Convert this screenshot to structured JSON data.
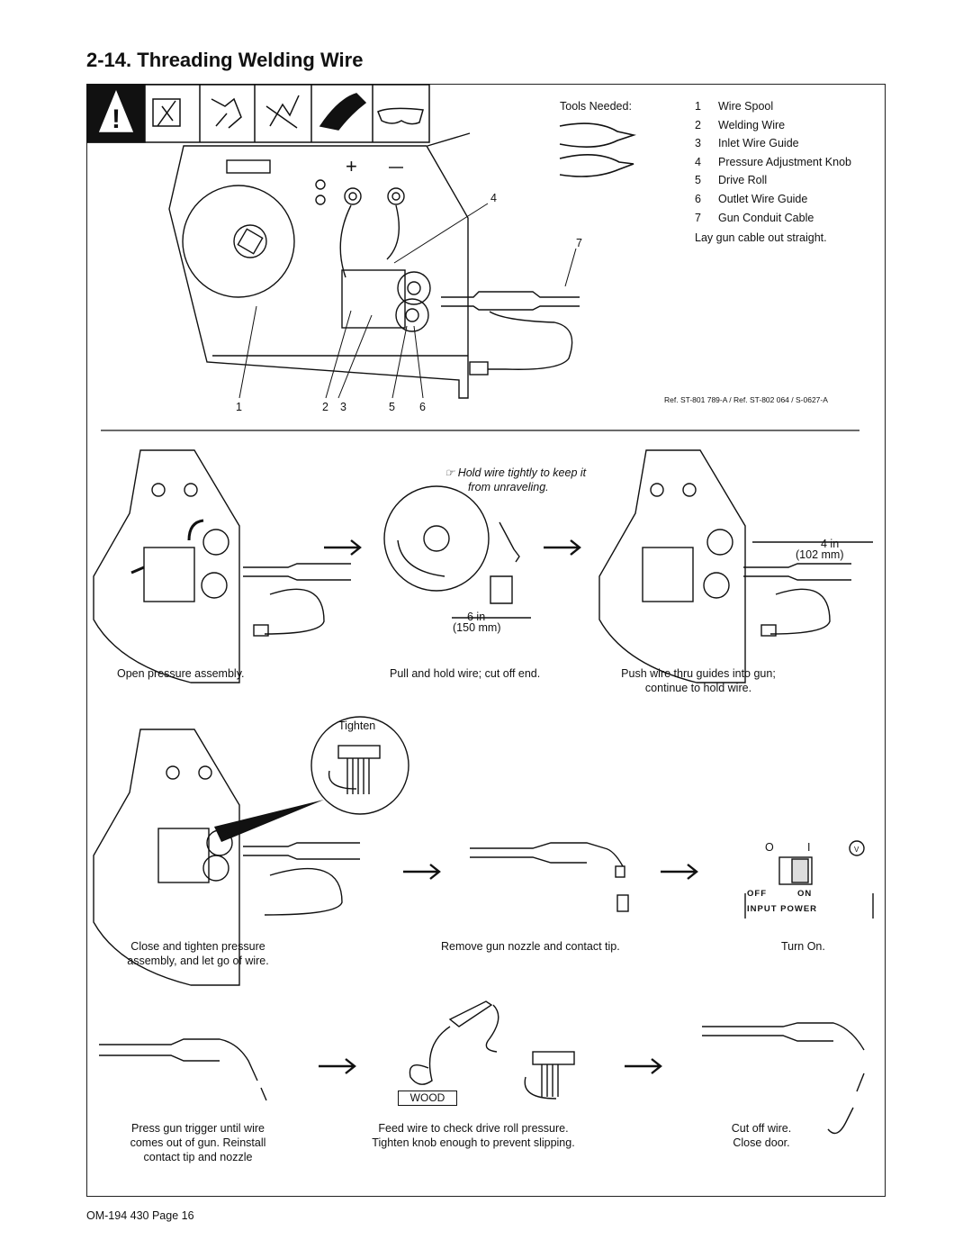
{
  "title": "2-14. Threading Welding Wire",
  "tools_needed_label": "Tools Needed:",
  "parts": [
    {
      "num": "1",
      "label": "Wire Spool"
    },
    {
      "num": "2",
      "label": "Welding Wire"
    },
    {
      "num": "3",
      "label": "Inlet Wire Guide"
    },
    {
      "num": "4",
      "label": "Pressure Adjustment Knob"
    },
    {
      "num": "5",
      "label": "Drive Roll"
    },
    {
      "num": "6",
      "label": "Outlet Wire Guide"
    },
    {
      "num": "7",
      "label": "Gun Conduit Cable"
    }
  ],
  "lay_gun_note": "Lay gun cable out straight.",
  "callouts": {
    "c1": "1",
    "c2": "2",
    "c3": "3",
    "c4": "4",
    "c5": "5",
    "c6": "6",
    "c7": "7"
  },
  "reference": "Ref. ST-801 789-A / Ref. ST-802 064 / S-0627-A",
  "hold_note_line1": "Hold wire tightly to keep it",
  "hold_note_line2": "from unraveling.",
  "dim_6in": "6 in",
  "dim_150mm": "(150 mm)",
  "dim_4in": "4 in",
  "dim_102mm": "(102 mm)",
  "steps": {
    "open_pressure": "Open pressure assembly.",
    "pull_hold": "Pull and hold wire; cut off end.",
    "push_wire_1": "Push wire thru guides into gun;",
    "push_wire_2": "continue to hold wire.",
    "tighten": "Tighten",
    "close_tighten_1": "Close and tighten pressure",
    "close_tighten_2": "assembly, and let go of wire.",
    "remove_nozzle": "Remove gun nozzle and contact tip.",
    "turn_on": "Turn On.",
    "press_trigger_1": "Press gun trigger until wire",
    "press_trigger_2": "comes out of gun. Reinstall",
    "press_trigger_3": "contact tip and nozzle",
    "feed_wire_1": "Feed wire to check drive roll pressure.",
    "feed_wire_2": "Tighten knob enough to prevent slipping.",
    "cut_off_1": "Cut off wire.",
    "cut_off_2": "Close door."
  },
  "switch": {
    "off": "OFF",
    "on": "ON",
    "input_power": "INPUT POWER",
    "o": "O",
    "i": "I",
    "v": "V"
  },
  "wood_label": "WOOD",
  "footer": "OM-194 430 Page 16"
}
